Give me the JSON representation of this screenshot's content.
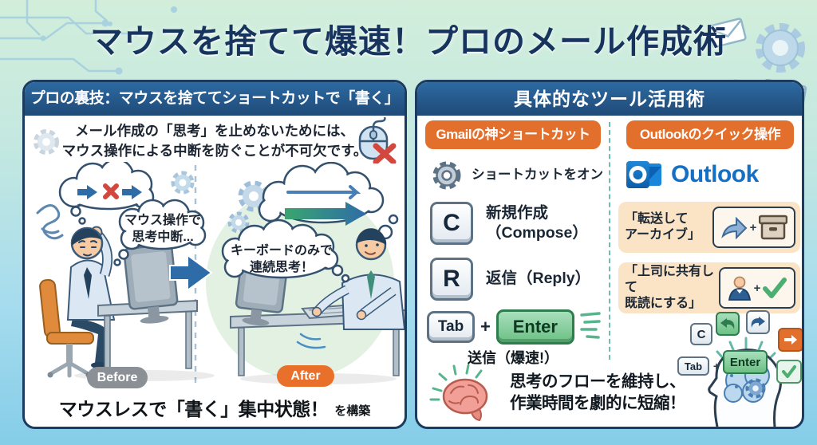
{
  "title": "マウスを捨てて爆速！プロのメール作成術",
  "left_panel": {
    "header": "プロの裏技：マウスを捨ててショートカットで「書く」",
    "intro_line1": "メール作成の「思考」を止めないためには、",
    "intro_line2": "マウス操作による中断を防ぐことが不可欠です。",
    "before": {
      "bubble_line1": "マウス操作で",
      "bubble_line2": "思考中断...",
      "label": "Before"
    },
    "after": {
      "bubble_line1": "キーボードのみで",
      "bubble_line2": "連続思考！",
      "label": "After"
    },
    "caption_main": "マウスレスで「書く」集中状態！",
    "caption_suffix": "を構築"
  },
  "right_panel": {
    "header": "具体的なツール活用術",
    "gmail": {
      "pill": "Gmailの神ショートカット",
      "settings_label": "ショートカットをオン",
      "key_c": "C",
      "key_c_label1": "新規作成",
      "key_c_label2": "（Compose）",
      "key_r": "R",
      "key_r_label": "返信（Reply）",
      "key_tab": "Tab",
      "plus": "+",
      "key_enter": "Enter",
      "combo_caption": "送信（爆速!）"
    },
    "outlook": {
      "pill": "Outlookのクイック操作",
      "brand": "Outlook",
      "step1_line1": "「転送して",
      "step1_line2": "アーカイブ」",
      "step2_line1": "「上司に共有して",
      "step2_line2": "既読にする」",
      "plus": "+",
      "float_key_c": "C",
      "float_key_tab": "Tab",
      "float_key_enter": "Enter",
      "float_plus": "+"
    },
    "benefit_line1": "思考のフローを維持し、",
    "benefit_line2": "作業時間を劇的に短縮！"
  },
  "colors": {
    "navy": "#1c3b60",
    "header_blue": "#275e92",
    "orange": "#e2702c",
    "peach": "#fbe3c6",
    "enter_green": "#6cc084",
    "accent_teal": "#66b9a8",
    "brand_blue": "#1570c5",
    "bg_mint": "#d2eedb",
    "bg_blue": "#85cde8"
  }
}
